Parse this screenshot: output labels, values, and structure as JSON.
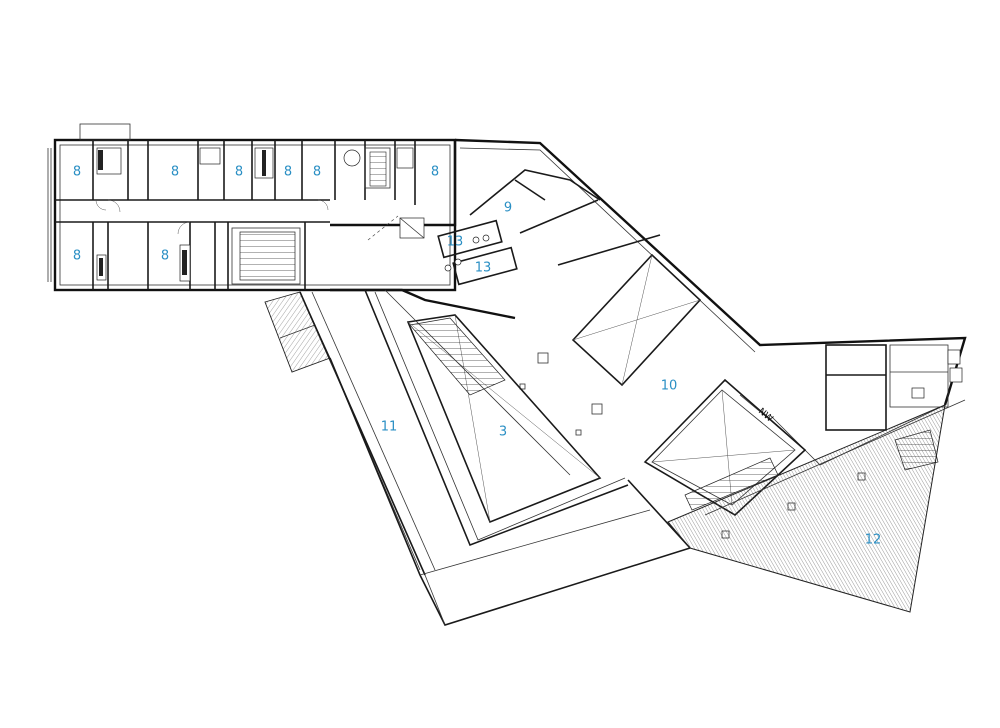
{
  "rooms": [
    {
      "label": "8"
    },
    {
      "label": "8"
    },
    {
      "label": "8"
    },
    {
      "label": "8"
    },
    {
      "label": "8"
    },
    {
      "label": "8"
    },
    {
      "label": "8"
    },
    {
      "label": "8"
    },
    {
      "label": "9"
    },
    {
      "label": "13"
    },
    {
      "label": "13"
    },
    {
      "label": "10"
    },
    {
      "label": "11"
    },
    {
      "label": "3"
    },
    {
      "label": "12"
    }
  ],
  "north_marker": {
    "text": "NW"
  },
  "colors": {
    "label": "#2a8fc4",
    "lines": "#1a1a1a"
  }
}
